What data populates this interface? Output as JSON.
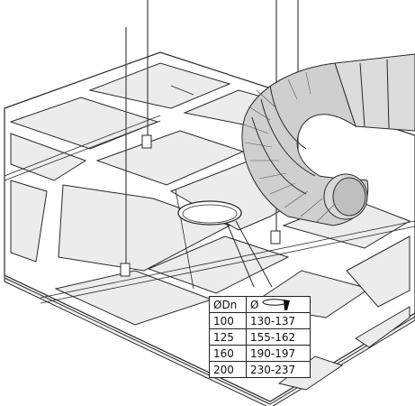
{
  "colors": {
    "ceiling_panel": "#ececec",
    "frame": "#ffffff",
    "line": "#2a2a2a",
    "duct": "#cfcfcf"
  },
  "table": {
    "col1_header": "ØDn",
    "col2_header": "Ø",
    "col2_header_icon": "hole-saw-icon",
    "rows": [
      {
        "dn": "100",
        "range": "130-137"
      },
      {
        "dn": "125",
        "range": "155-162"
      },
      {
        "dn": "160",
        "range": "190-197"
      },
      {
        "dn": "200",
        "range": "230-237"
      }
    ]
  }
}
